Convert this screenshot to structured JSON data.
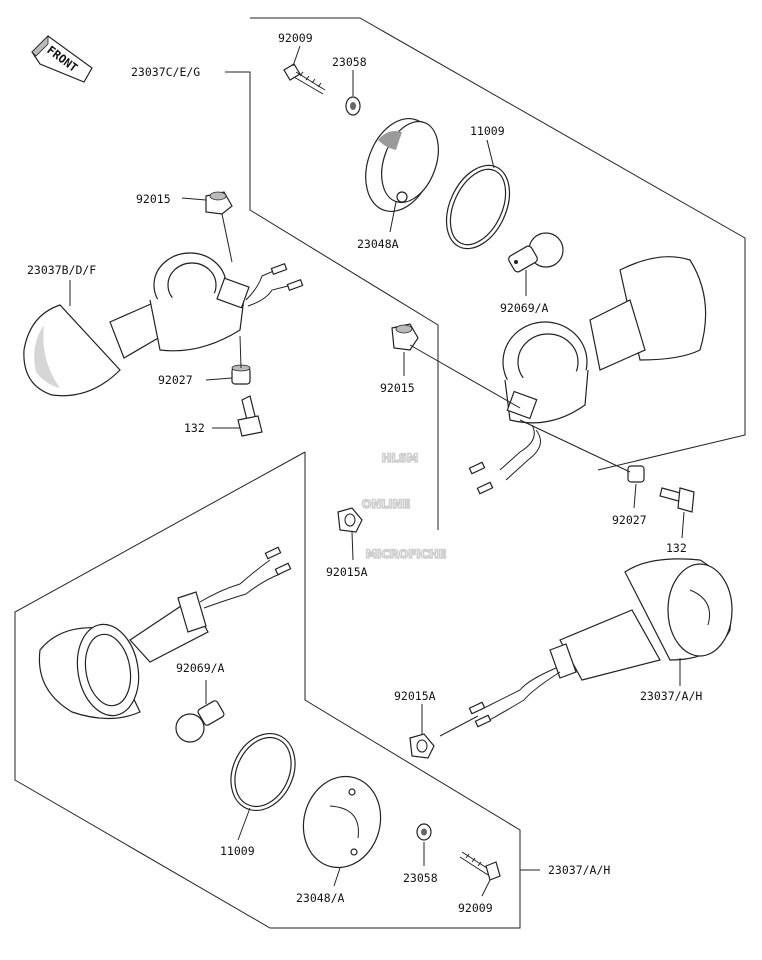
{
  "direction_indicator": "FRONT",
  "watermark": {
    "line1": "HLSM",
    "line2": "ONLINE",
    "line3": "MICROFICHE"
  },
  "callouts": {
    "c01": "92009",
    "c02": "23058",
    "c03": "23037C/E/G",
    "c04": "11009",
    "c05": "92015",
    "c06": "23048A",
    "c07": "23037B/D/F",
    "c08": "92069/A",
    "c09": "92027",
    "c10": "92015",
    "c11": "132",
    "c12": "92027",
    "c13": "92015A",
    "c14": "132",
    "c15": "92069/A",
    "c16": "23037/A/H",
    "c17": "92015A",
    "c18": "11009",
    "c19": "23058",
    "c20": "23037/A/H",
    "c21": "23048/A",
    "c22": "92009"
  }
}
